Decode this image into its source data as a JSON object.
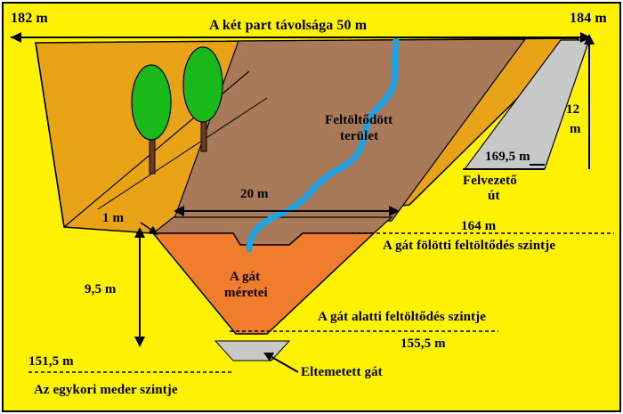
{
  "labels": {
    "left_bank": "182 m",
    "right_bank": "184 m",
    "distance": "A két part távolsága 50 m",
    "height_12": "12",
    "height_12_unit": "m",
    "silted_area_line1": "Feltöltődött",
    "silted_area_line2": "terület",
    "elev_169": "169,5 m",
    "access_road_line1": "Felvezető",
    "access_road_line2": "út",
    "width_20": "20 m",
    "width_1": "1 m",
    "elev_164": "164 m",
    "above_dam_level": "A gát fölötti feltöltődés szintje",
    "height_9_5": "9,5 m",
    "dam_size_line1": "A gát",
    "dam_size_line2": "méretei",
    "below_dam_level": "A gát alatti feltöltődés szintje",
    "elev_155": "155,5 m",
    "elev_151": "151,5 m",
    "buried_dam": "Eltemetett gát",
    "old_riverbed": "Az egykori meder szintje"
  },
  "colors": {
    "ground": "#fff200",
    "slope": "#e8a317",
    "silt": "#a97a5a",
    "dam": "#f07d2c",
    "buried_dam": "#c8c8c8",
    "road": "#c8c8c8",
    "river": "#1fa3e6",
    "tree": "#18b918"
  }
}
